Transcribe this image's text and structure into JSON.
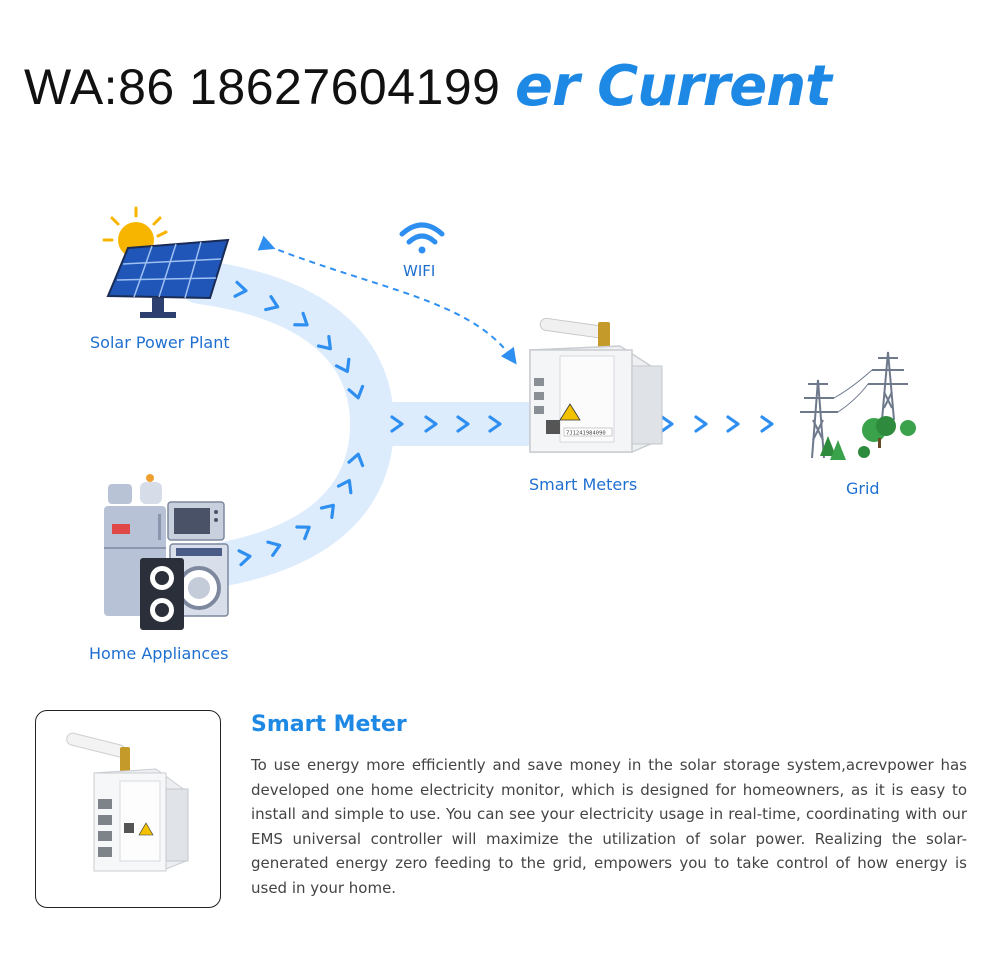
{
  "header": {
    "watermark": "WA:86 18627604199",
    "title": "er Current"
  },
  "diagram": {
    "nodes": {
      "solar": "Solar Power Plant",
      "appliances": "Home Appliances",
      "meter": "Smart Meters",
      "grid": "Grid",
      "wifi": "WIFI"
    },
    "meter_serial": "7J1241984090"
  },
  "colors": {
    "accent": "#1e88e5",
    "label": "#1f6fd1",
    "flow": "#dbeafc",
    "arrow": "#2f8ff0"
  },
  "icons": [
    "sun-icon",
    "solar-panel-icon",
    "wifi-icon",
    "smart-meter-icon",
    "antenna-icon",
    "pylon-icon",
    "tree-icon",
    "refrigerator-icon",
    "microwave-icon",
    "washing-machine-icon",
    "speaker-icon",
    "kettle-icon"
  ],
  "smart_meter": {
    "title": "Smart Meter",
    "body": "To use energy more efficiently and save money in the solar storage system,acrevpower has developed one home electricity monitor, which is designed for homeowners, as it is easy to install and simple to use. You can see your electricity usage in real-time, coordinating with our EMS universal controller will maximize the utilization of solar power. Realizing the solar-generated energy zero feeding to the grid, empowers you to take control of how energy is used in your home."
  }
}
